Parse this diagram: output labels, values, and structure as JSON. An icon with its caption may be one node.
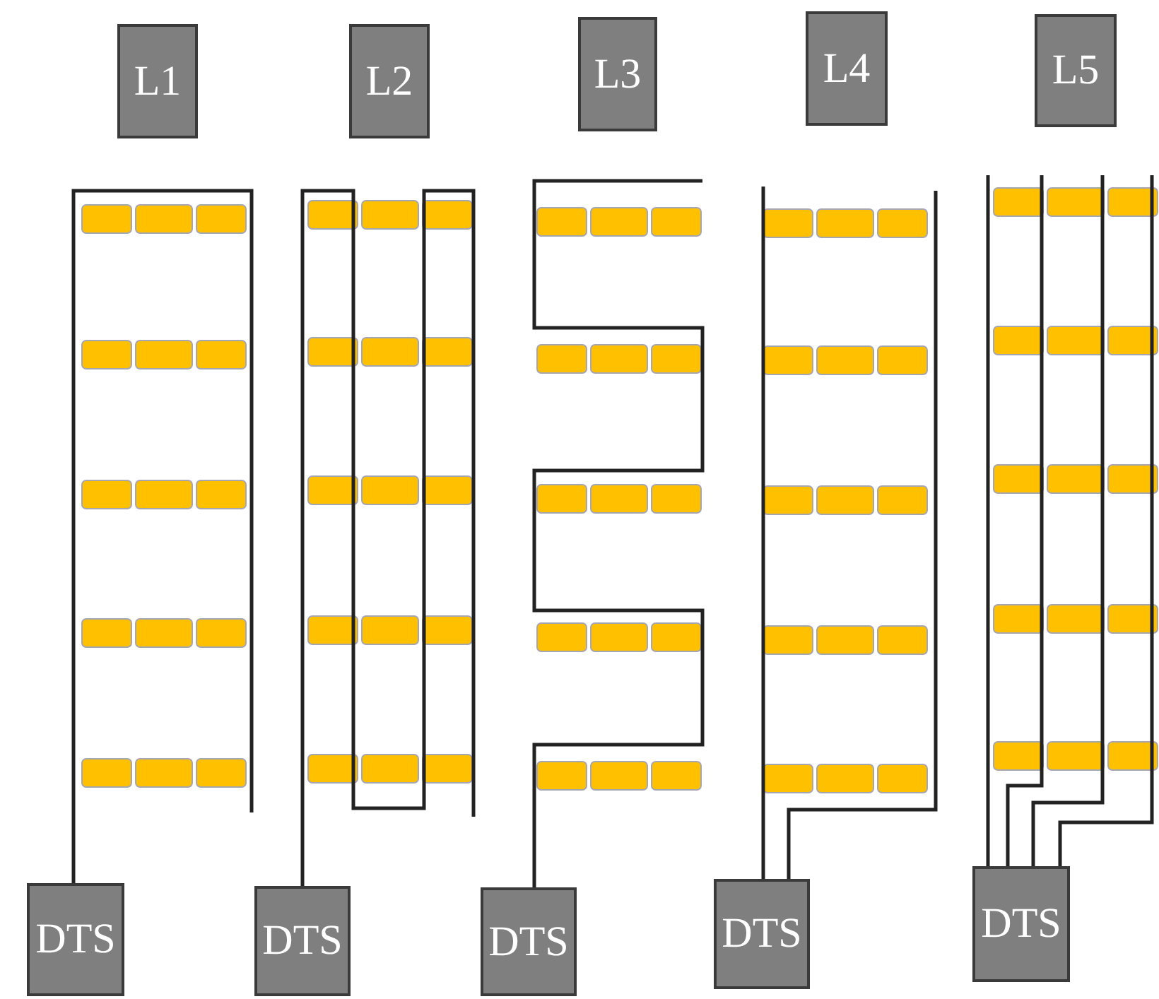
{
  "diagram": {
    "nodes": [
      {
        "text": [
          "L1"
        ]
      },
      {
        "text": [
          "L2"
        ]
      },
      {
        "text": [
          "L3"
        ]
      },
      {
        "text": [
          "L4"
        ]
      },
      {
        "text": [
          "L5"
        ]
      },
      {
        "text": [
          "DTS"
        ]
      },
      {
        "text": [
          "DTS"
        ]
      },
      {
        "text": [
          "DTS"
        ]
      },
      {
        "text": [
          "DTS"
        ]
      },
      {
        "text": [
          "DTS"
        ]
      }
    ],
    "edges": [
      {
        "from": 5,
        "to": null,
        "arrow": "none"
      },
      {
        "from": 6,
        "to": null,
        "arrow": "none"
      },
      {
        "from": 7,
        "to": null,
        "arrow": "none"
      },
      {
        "from": 8,
        "to": null,
        "arrow": "none"
      },
      {
        "from": 8,
        "to": null,
        "arrow": "none"
      },
      {
        "from": 9,
        "to": null,
        "arrow": "none"
      },
      {
        "from": 9,
        "to": null,
        "arrow": "none"
      },
      {
        "from": 9,
        "to": null,
        "arrow": "none"
      },
      {
        "from": 9,
        "to": null,
        "arrow": "none"
      }
    ]
  }
}
